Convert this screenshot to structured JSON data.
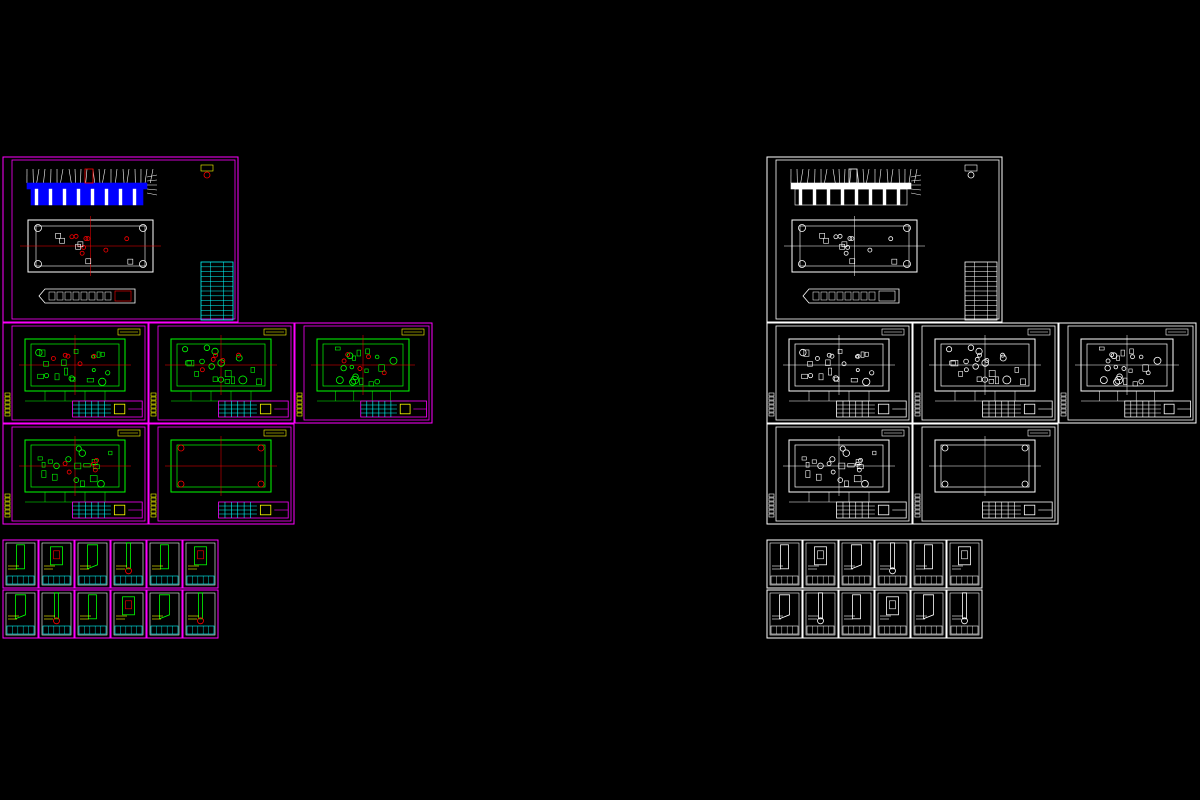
{
  "viewport": {
    "background": "#000000"
  },
  "palette": {
    "magenta": "#ff00ff",
    "green": "#00ff00",
    "blue": "#0000ff",
    "red": "#ff0000",
    "white": "#ffffff",
    "cyan": "#00ffff",
    "yellow": "#ffff00"
  },
  "sheet_sets": [
    {
      "name": "color-drawing-set",
      "scheme": "color",
      "large_sheets": 6,
      "small_sheets": 12
    },
    {
      "name": "monochrome-drawing-set",
      "scheme": "mono",
      "large_sheets": 6,
      "small_sheets": 12
    }
  ]
}
